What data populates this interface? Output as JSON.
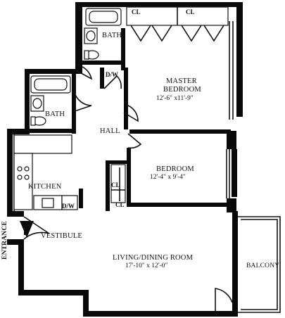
{
  "rooms": {
    "master_bedroom": {
      "name_line1": "MASTER",
      "name_line2": "BEDROOM",
      "size": "12'-6\" x11'-9\""
    },
    "bedroom": {
      "name": "BEDROOM",
      "size": "12'-4\" x 9'-4\""
    },
    "living": {
      "name": "LIVING/DINING ROOM",
      "size": "17'-10\" x 12'-0\""
    },
    "bath_top": "BATH",
    "bath_left": "BATH",
    "hall": "HALL",
    "kitchen": "KITCHEN",
    "vestibule": "VESTIBULE",
    "balcony": "BALCONY",
    "entrance": "ENTRANCE"
  },
  "fixtures": {
    "closet_master_1": "CL",
    "closet_master_2": "CL",
    "dw_hall": "D/W",
    "dw_kitchen": "D/W",
    "closet_bedroom_1": "CL",
    "closet_bedroom_2": "CL"
  }
}
